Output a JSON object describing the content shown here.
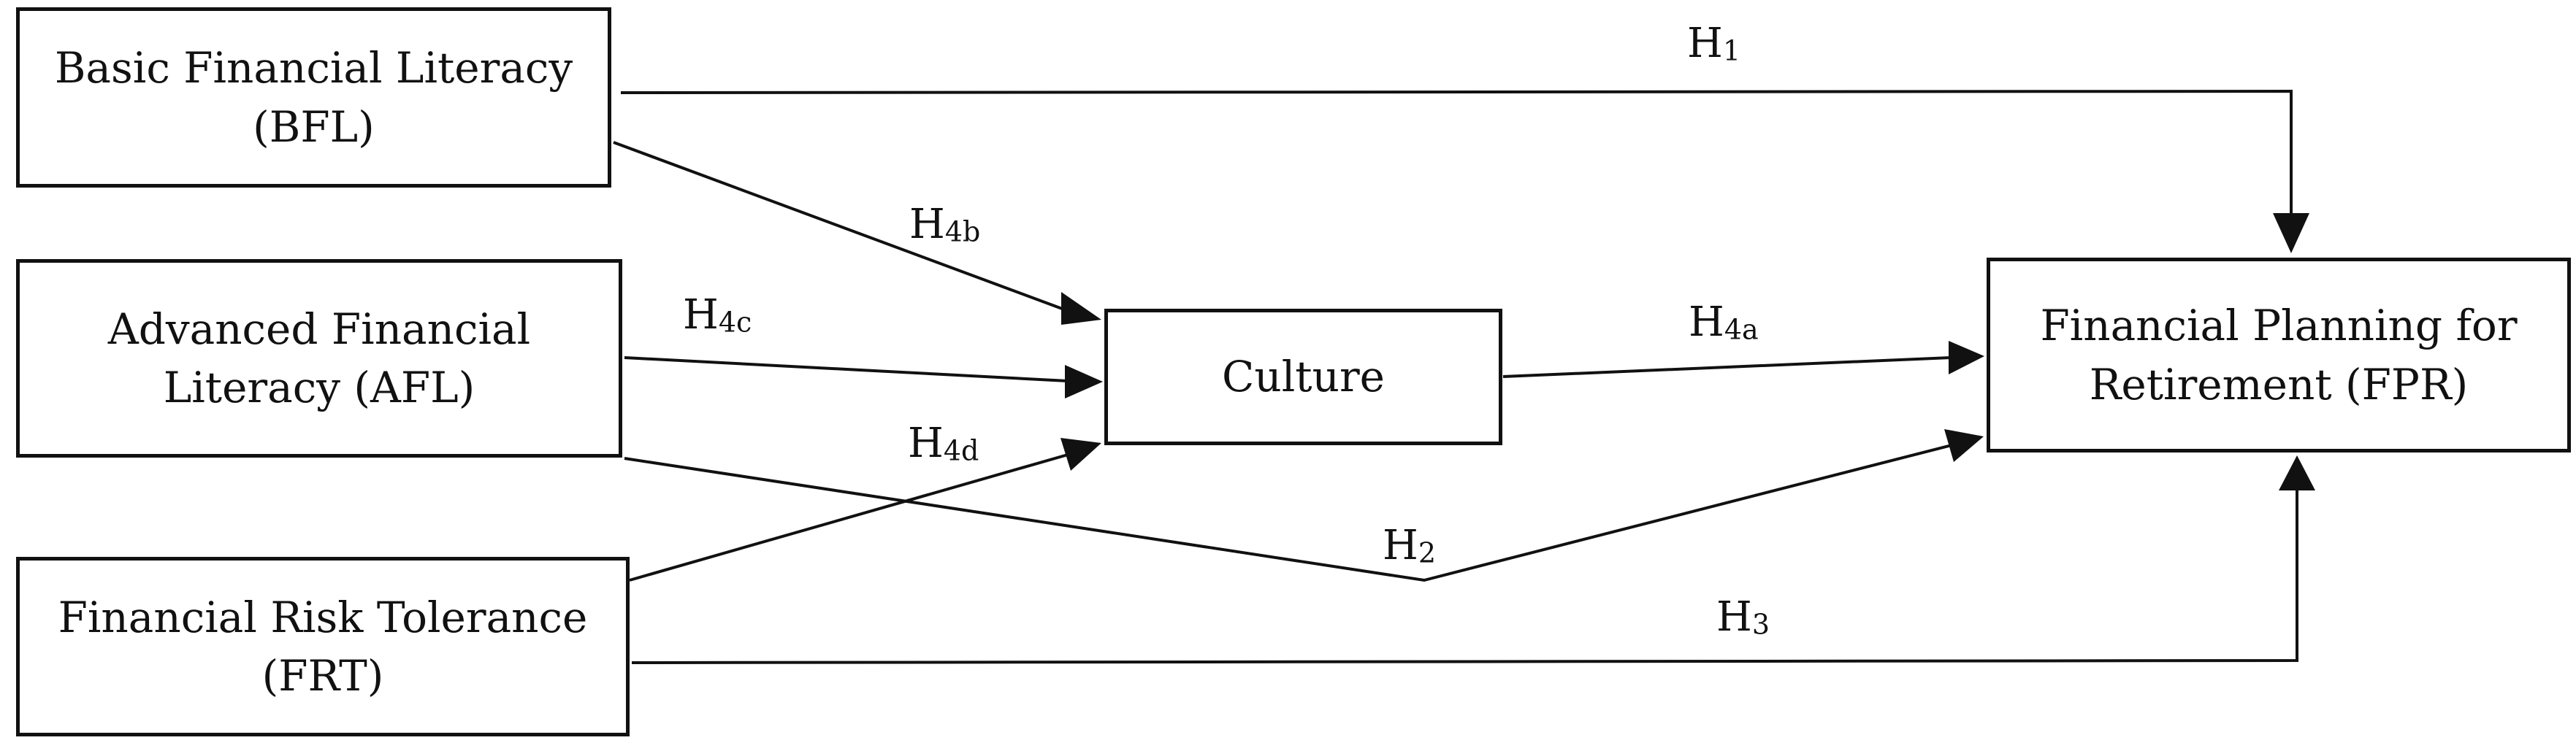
{
  "nodes": {
    "bfl": {
      "line1": "Basic Financial Literacy",
      "line2": "(BFL)"
    },
    "afl": {
      "line1": "Advanced Financial",
      "line2": "Literacy (AFL)"
    },
    "frt": {
      "line1": "Financial Risk Tolerance",
      "line2": "(FRT)"
    },
    "culture": {
      "line1": "Culture"
    },
    "fpr": {
      "line1": "Financial Planning for",
      "line2": "Retirement (FPR)"
    }
  },
  "hypotheses": {
    "h1": {
      "base": "H",
      "sub": "1"
    },
    "h2": {
      "base": "H",
      "sub": "2"
    },
    "h3": {
      "base": "H",
      "sub": "3"
    },
    "h4a": {
      "base": "H",
      "sub": "4a"
    },
    "h4b": {
      "base": "H",
      "sub": "4b"
    },
    "h4c": {
      "base": "H",
      "sub": "4c"
    },
    "h4d": {
      "base": "H",
      "sub": "4d"
    }
  },
  "colors": {
    "stroke": "#111111",
    "background": "#ffffff"
  }
}
